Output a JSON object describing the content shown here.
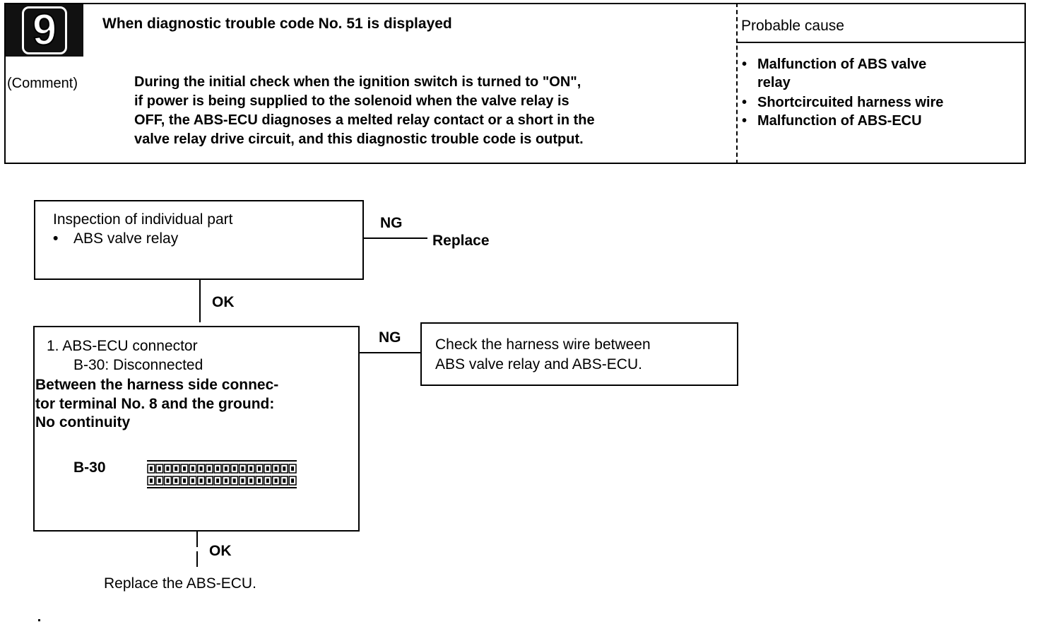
{
  "header": {
    "badge": "9",
    "title": "When diagnostic trouble code No. 51 is displayed",
    "probable_cause_label": "Probable cause",
    "comment_label": "(Comment)",
    "comment_lines": [
      "During the initial check when the ignition switch is turned to \"ON\",",
      "if power is being supplied to the solenoid when the valve relay is",
      "OFF, the ABS-ECU diagnoses a melted relay contact or a short in the",
      "valve relay drive circuit, and this diagnostic trouble code is output."
    ],
    "causes": [
      {
        "lines": [
          "Malfunction of ABS valve",
          "relay"
        ]
      },
      {
        "lines": [
          "Shortcircuited harness wire"
        ]
      },
      {
        "lines": [
          "Malfunction of ABS-ECU"
        ]
      }
    ]
  },
  "flow": {
    "step1": {
      "title": "Inspection of individual part",
      "item": "ABS valve relay",
      "ng_label": "NG",
      "ng_action": "Replace"
    },
    "ok1": "OK",
    "step2": {
      "lines": [
        "1. ABS-ECU connector",
        "B-30: Disconnected",
        "Between the harness side connec-",
        "tor terminal No. 8 and the ground:",
        "No continuity"
      ],
      "connector_label": "B-30",
      "ng_label": "NG"
    },
    "step3": {
      "lines": [
        "Check the harness wire between",
        "ABS valve relay and ABS-ECU."
      ]
    },
    "ok2": "OK",
    "final": "Replace the ABS-ECU."
  }
}
